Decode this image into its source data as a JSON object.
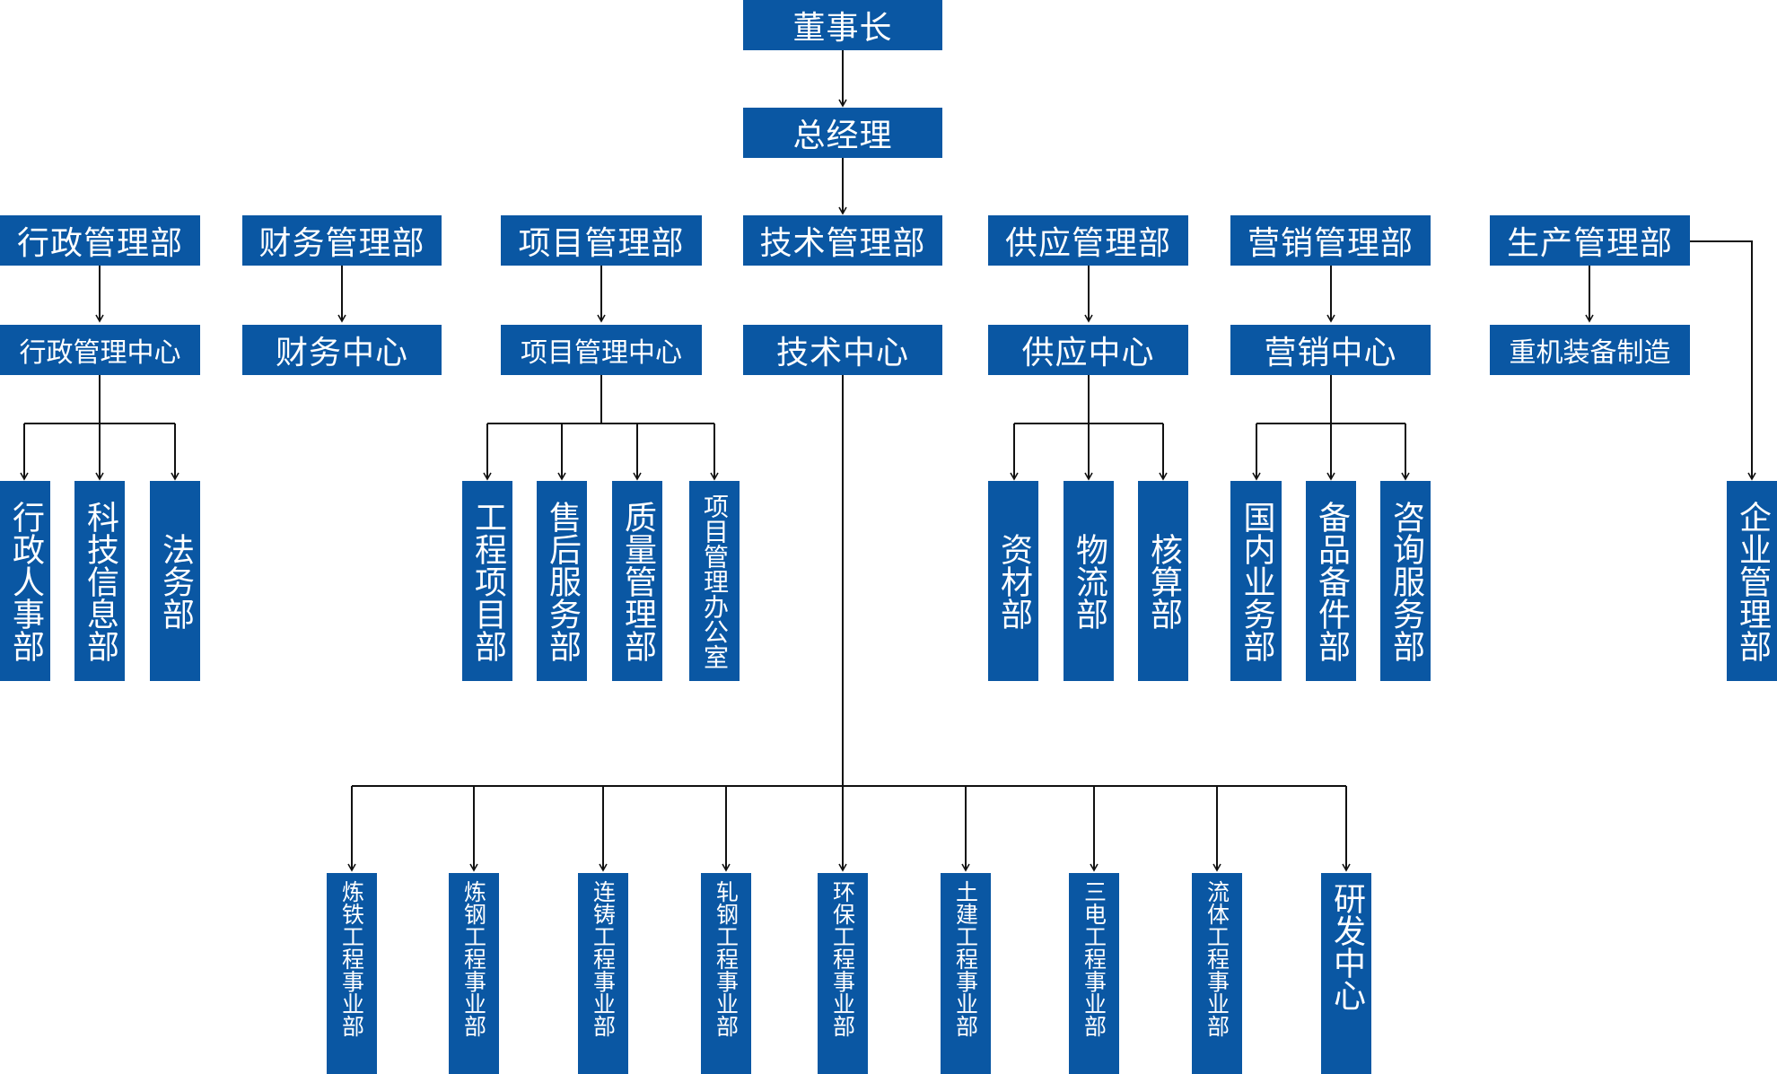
{
  "top": {
    "chairman": "董事长",
    "general_manager": "总经理"
  },
  "departments": {
    "admin": "行政管理部",
    "finance": "财务管理部",
    "project": "项目管理部",
    "tech": "技术管理部",
    "supply": "供应管理部",
    "marketing": "营销管理部",
    "production": "生产管理部"
  },
  "centers": {
    "admin": "行政管理中心",
    "finance": "财务中心",
    "project": "项目管理中心",
    "tech": "技术中心",
    "supply": "供应中心",
    "marketing": "营销中心",
    "production": "重机装备制造"
  },
  "units": {
    "admin_hr": "行政人事部",
    "tech_info": "科技信息部",
    "legal": "法务部",
    "engineering_project": "工程项目部",
    "after_sales": "售后服务部",
    "quality": "质量管理部",
    "project_office": "项目管理办公室",
    "materials": "资材部",
    "logistics": "物流部",
    "accounting": "核算部",
    "domestic_business": "国内业务部",
    "spare_parts": "备品备件部",
    "consulting": "咨询服务部",
    "enterprise_mgmt": "企业管理部"
  },
  "tech_units": {
    "ironmaking": "炼铁工程事业部",
    "steelmaking": "炼钢工程事业部",
    "casting": "连铸工程事业部",
    "rolling": "轧钢工程事业部",
    "environmental": "环保工程事业部",
    "civil": "土建工程事业部",
    "electrical": "三电工程事业部",
    "fluid": "流体工程事业部",
    "rnd": "研发中心"
  },
  "colors": {
    "box": "#0a57a3",
    "line": "#000000",
    "text": "#ffffff"
  }
}
